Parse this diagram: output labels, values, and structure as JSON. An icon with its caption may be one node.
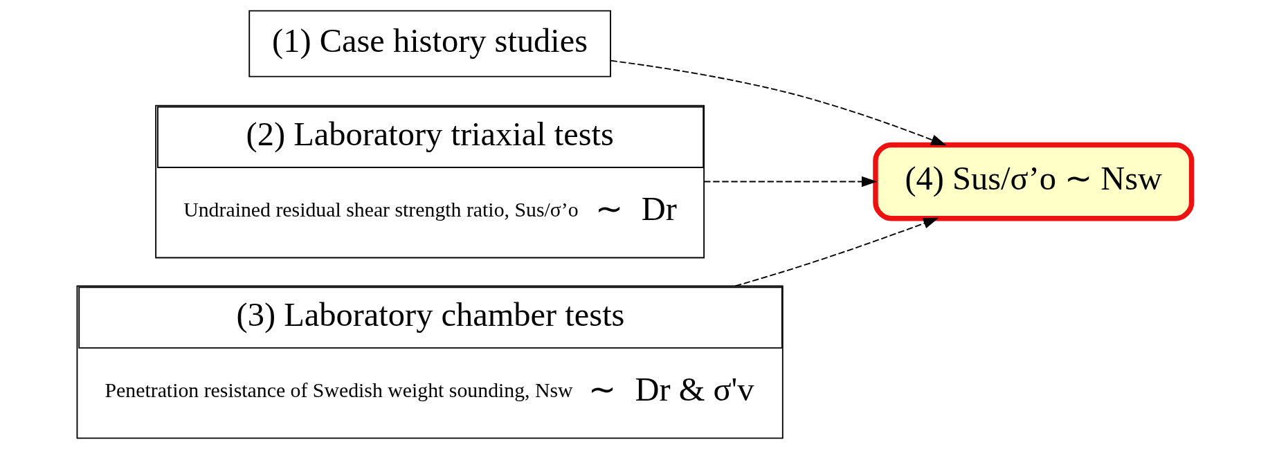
{
  "diagram": {
    "nodes": [
      {
        "text": [
          "(1) Case history studies"
        ]
      },
      {
        "text": [
          "(2) Laboratory triaxial tests",
          "Undrained residual shear strength ratio, Sus/σ’o",
          "∼",
          "Dr"
        ]
      },
      {
        "text": [
          "(3) Laboratory chamber tests",
          "Penetration resistance of Swedish weight sounding, Nsw",
          "∼",
          "Dr & σ'v"
        ]
      },
      {
        "text": [
          "(4) Sus/σ’o ∼ Nsw"
        ]
      }
    ],
    "edges": [
      {
        "from": 0,
        "to": 3,
        "arrow": "to",
        "style": "dashed"
      },
      {
        "from": 1,
        "to": 3,
        "arrow": "to",
        "style": "dashed"
      },
      {
        "from": 2,
        "to": 3,
        "arrow": "to",
        "style": "dashed"
      }
    ]
  }
}
